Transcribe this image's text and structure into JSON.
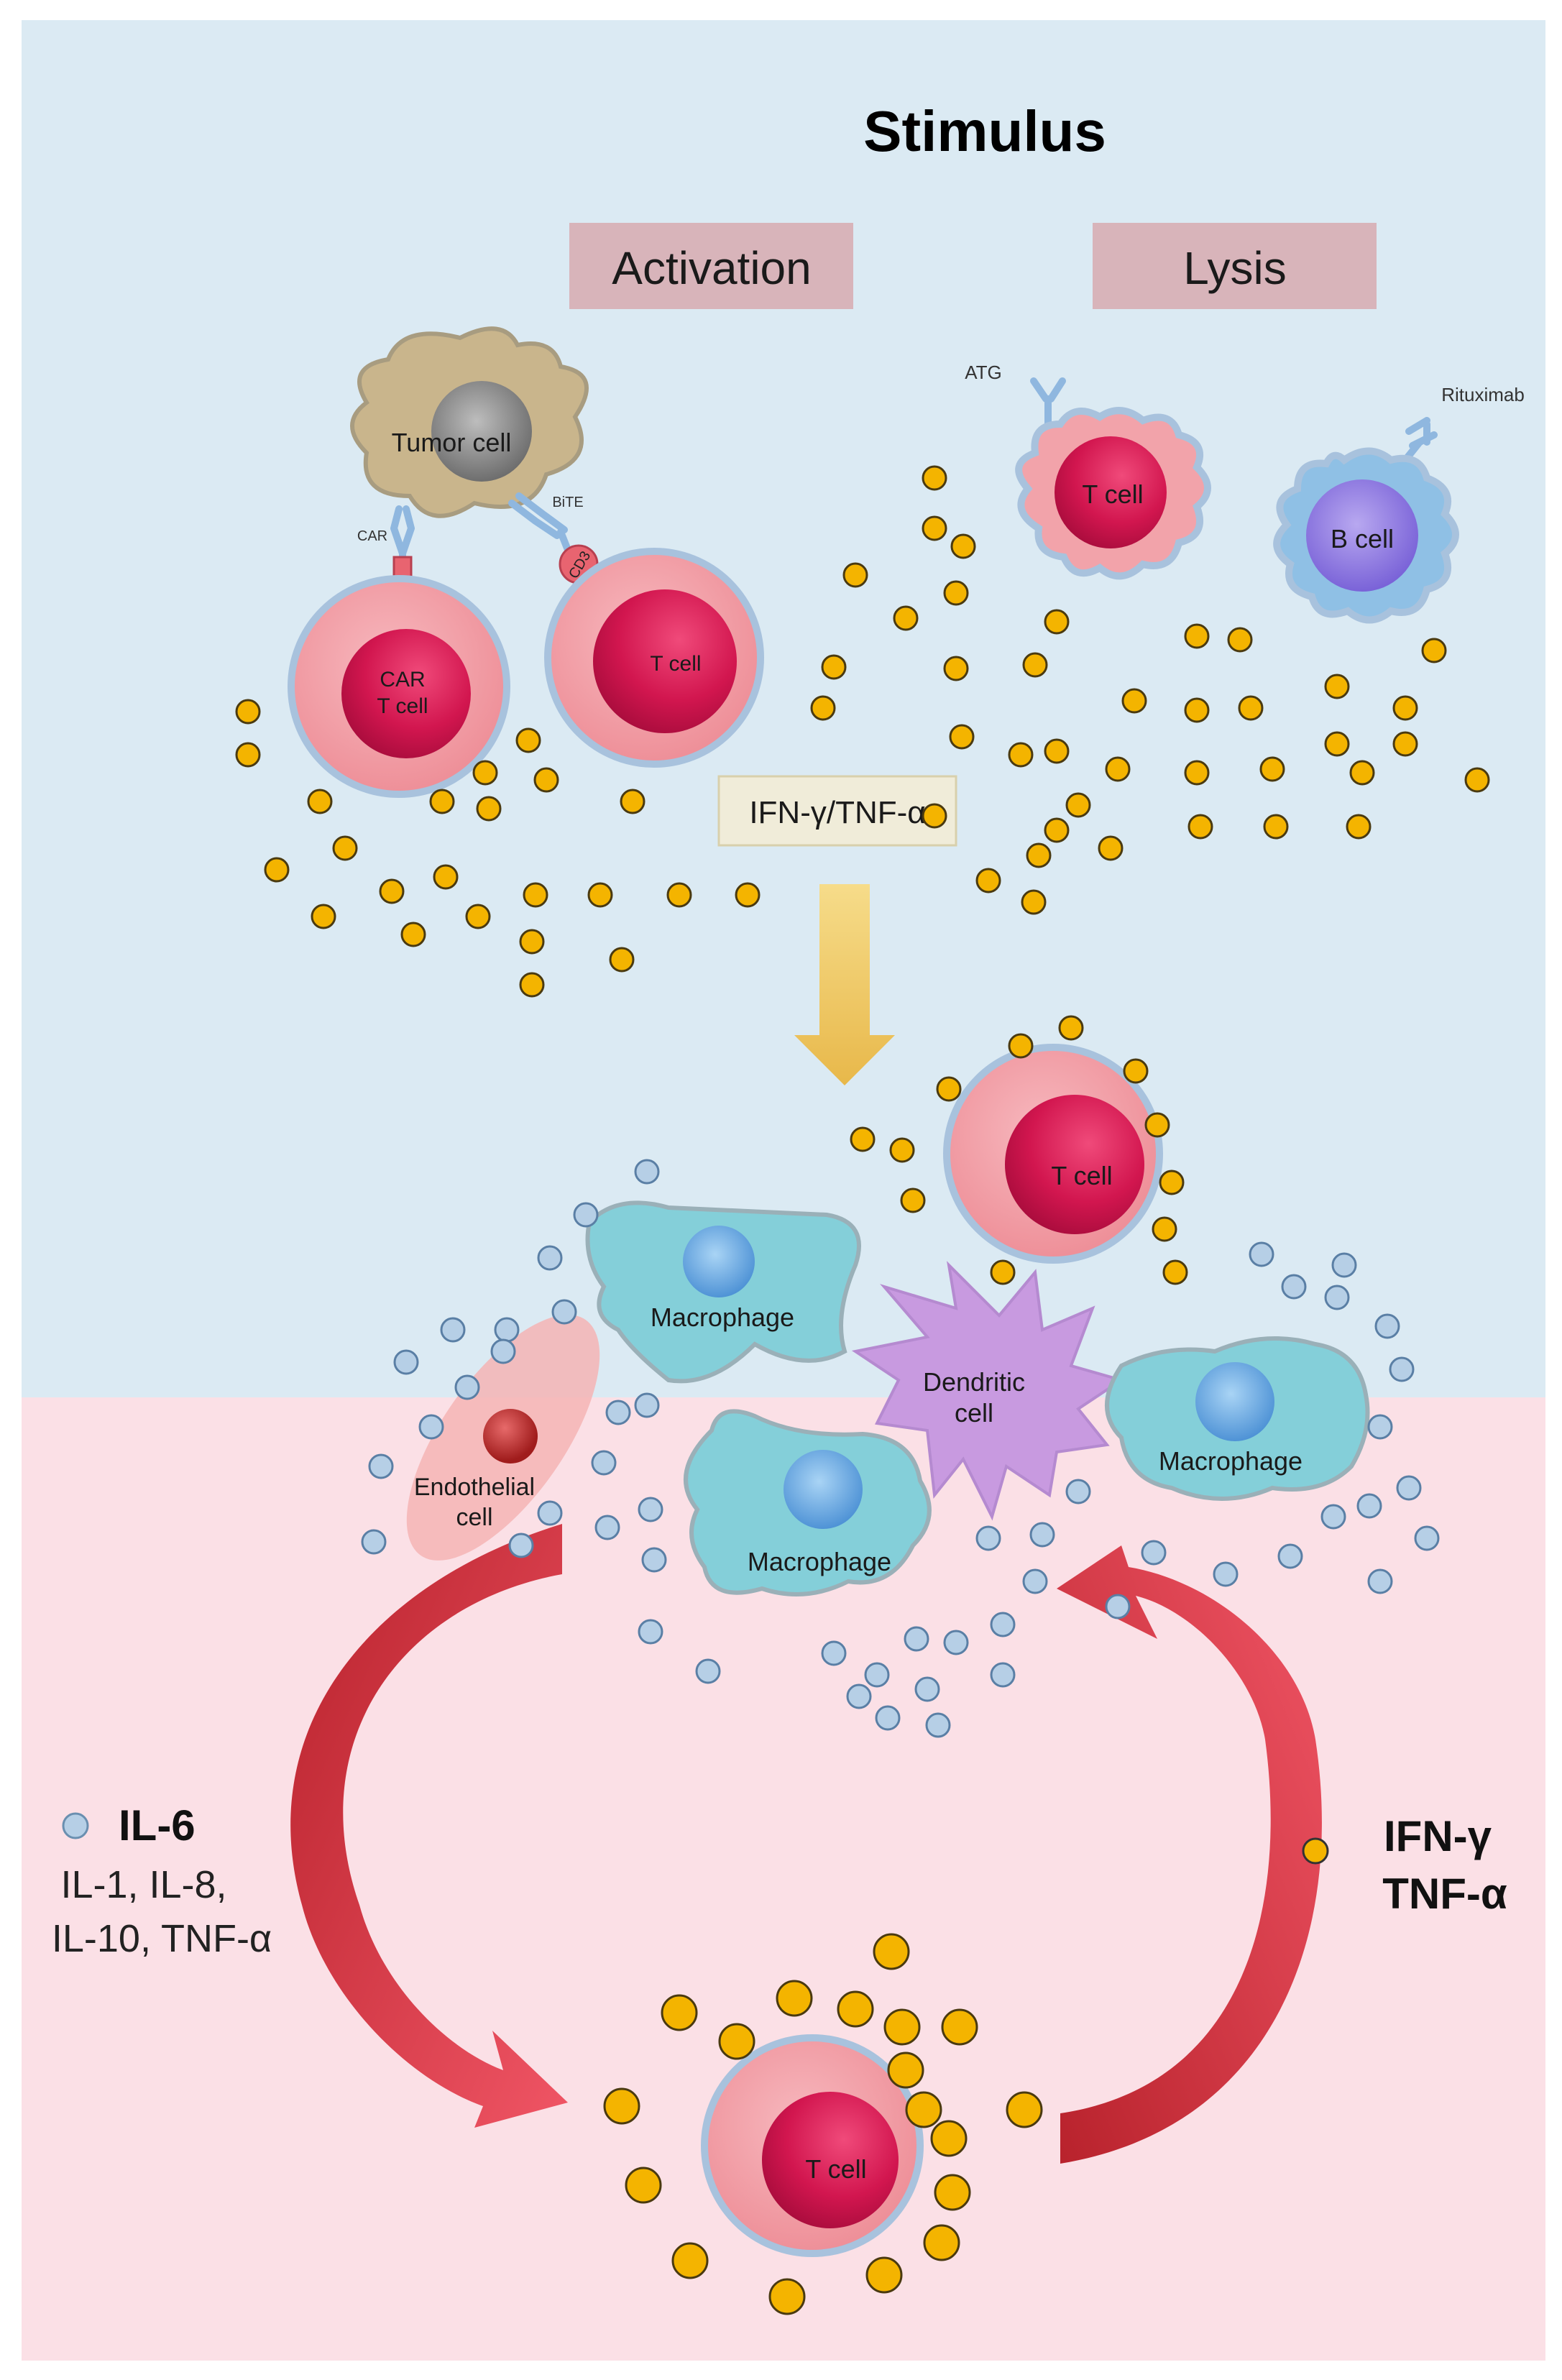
{
  "title": "Stimulus",
  "headers": {
    "activation": "Activation",
    "lysis": "Lysis"
  },
  "labels": {
    "tumor_cell": "Tumor cell",
    "car": "CAR",
    "bite": "BiTE",
    "cd3": "CD3",
    "car_t_line1": "CAR",
    "car_t_line2": "T cell",
    "t_cell": "T cell",
    "atg": "ATG",
    "rituximab": "Rituximab",
    "b_cell": "B cell",
    "ifn_tnf_box": "IFN-γ/TNF-α",
    "macrophage": "Macrophage",
    "dendritic_line1": "Dendritic",
    "dendritic_line2": "cell",
    "endothelial_line1": "Endothelial",
    "endothelial_line2": "cell"
  },
  "legend_left": {
    "main": "IL-6",
    "line2": "IL-1, IL-8,",
    "line3": "IL-10, TNF-α"
  },
  "legend_right": {
    "line1": "IFN-γ",
    "line2": "TNF-α"
  },
  "colors": {
    "top_bg": "#dbeaf3",
    "bottom_bg": "#fbe0e6",
    "header_box": "#d8b4ba",
    "cytokine_yellow": "#f4b400",
    "cytokine_blue": "#b6cfe6",
    "t_cell_outer": "#f2a3aa",
    "t_cell_nucleus": "#d2164f",
    "macrophage": "#84cfd9",
    "dendritic": "#c89ae0",
    "tumor": "#c9b58c",
    "b_cell": "#8fc0e5",
    "arrow_red": "#e04050",
    "arrow_yellow": "#f3d070"
  },
  "icons": [
    "cytokine-dot-icon",
    "antibody-icon",
    "arrow-icon"
  ]
}
